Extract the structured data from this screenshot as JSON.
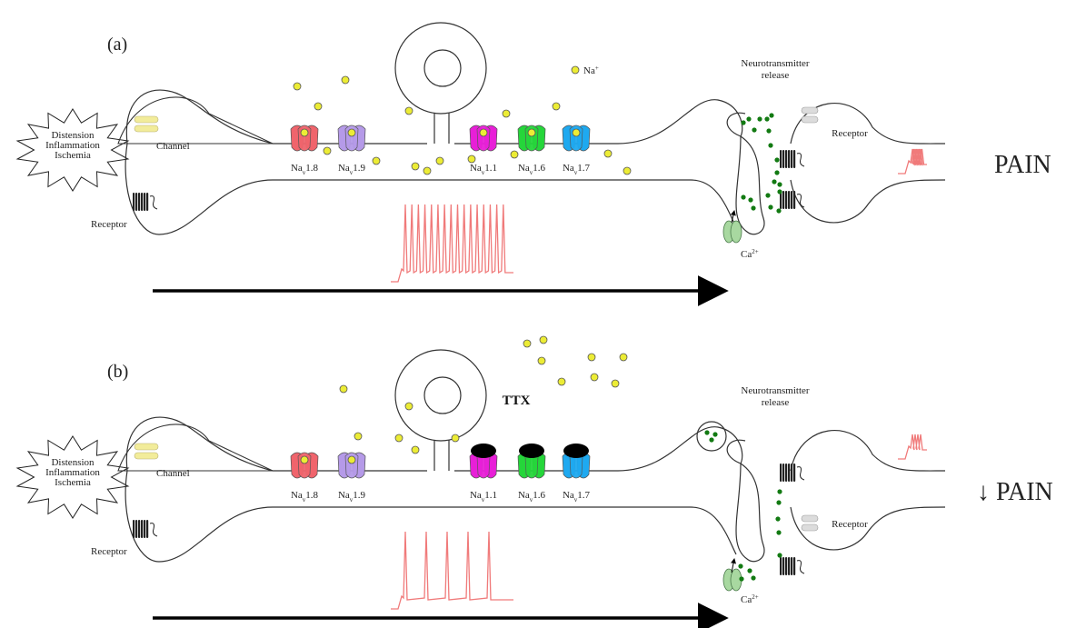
{
  "colors": {
    "nav18": "#f0646c",
    "nav19": "#b59ae8",
    "nav11": "#e81fd8",
    "nav16": "#25d63a",
    "nav17": "#1ea9f0",
    "sodium": "#ecec35",
    "neurotransmitter": "#127a12",
    "spike": "#f07a7a",
    "channel": "#f2ec9a",
    "ca_channel": "#a8d8a0",
    "post_receptor": "#dcdcdc",
    "ttx": "#000000"
  },
  "panels": [
    {
      "id": "a",
      "letter": "(a)",
      "stimulus": [
        "Distension",
        "Inflammation",
        "Ischemia"
      ],
      "channel_label": "Channel",
      "receptor_label": "Receptor",
      "na_label": "Na",
      "nt_release": [
        "Neurotransmitter",
        "release"
      ],
      "post_receptor_label": "Receptor",
      "ca_label": "Ca",
      "ca_charge": "2+",
      "outcome": "PAIN",
      "ttx_label": "",
      "channels": [
        {
          "label": "Na",
          "sub": "v",
          "num": "1.8",
          "color": "#f0646c",
          "blocked": false
        },
        {
          "label": "Na",
          "sub": "v",
          "num": "1.9",
          "color": "#b59ae8",
          "blocked": false
        },
        {
          "label": "Na",
          "sub": "v",
          "num": "1.1",
          "color": "#e81fd8",
          "blocked": false
        },
        {
          "label": "Na",
          "sub": "v",
          "num": "1.6",
          "color": "#25d63a",
          "blocked": false
        },
        {
          "label": "Na",
          "sub": "v",
          "num": "1.7",
          "color": "#1ea9f0",
          "blocked": false
        }
      ],
      "spike_count": 16,
      "small_spike_count": 8
    },
    {
      "id": "b",
      "letter": "(b)",
      "stimulus": [
        "Distension",
        "Inflammation",
        "Ischemia"
      ],
      "channel_label": "Channel",
      "receptor_label": "Receptor",
      "na_label": "",
      "nt_release": [
        "Neurotransmitter",
        "release"
      ],
      "post_receptor_label": "Receptor",
      "ca_label": "Ca",
      "ca_charge": "2+",
      "outcome": "↓ PAIN",
      "ttx_label": "TTX",
      "channels": [
        {
          "label": "Na",
          "sub": "v",
          "num": "1.8",
          "color": "#f0646c",
          "blocked": false
        },
        {
          "label": "Na",
          "sub": "v",
          "num": "1.9",
          "color": "#b59ae8",
          "blocked": false
        },
        {
          "label": "Na",
          "sub": "v",
          "num": "1.1",
          "color": "#e81fd8",
          "blocked": true
        },
        {
          "label": "Na",
          "sub": "v",
          "num": "1.6",
          "color": "#25d63a",
          "blocked": true
        },
        {
          "label": "Na",
          "sub": "v",
          "num": "1.7",
          "color": "#1ea9f0",
          "blocked": true
        }
      ],
      "spike_count": 5,
      "small_spike_count": 4
    }
  ]
}
